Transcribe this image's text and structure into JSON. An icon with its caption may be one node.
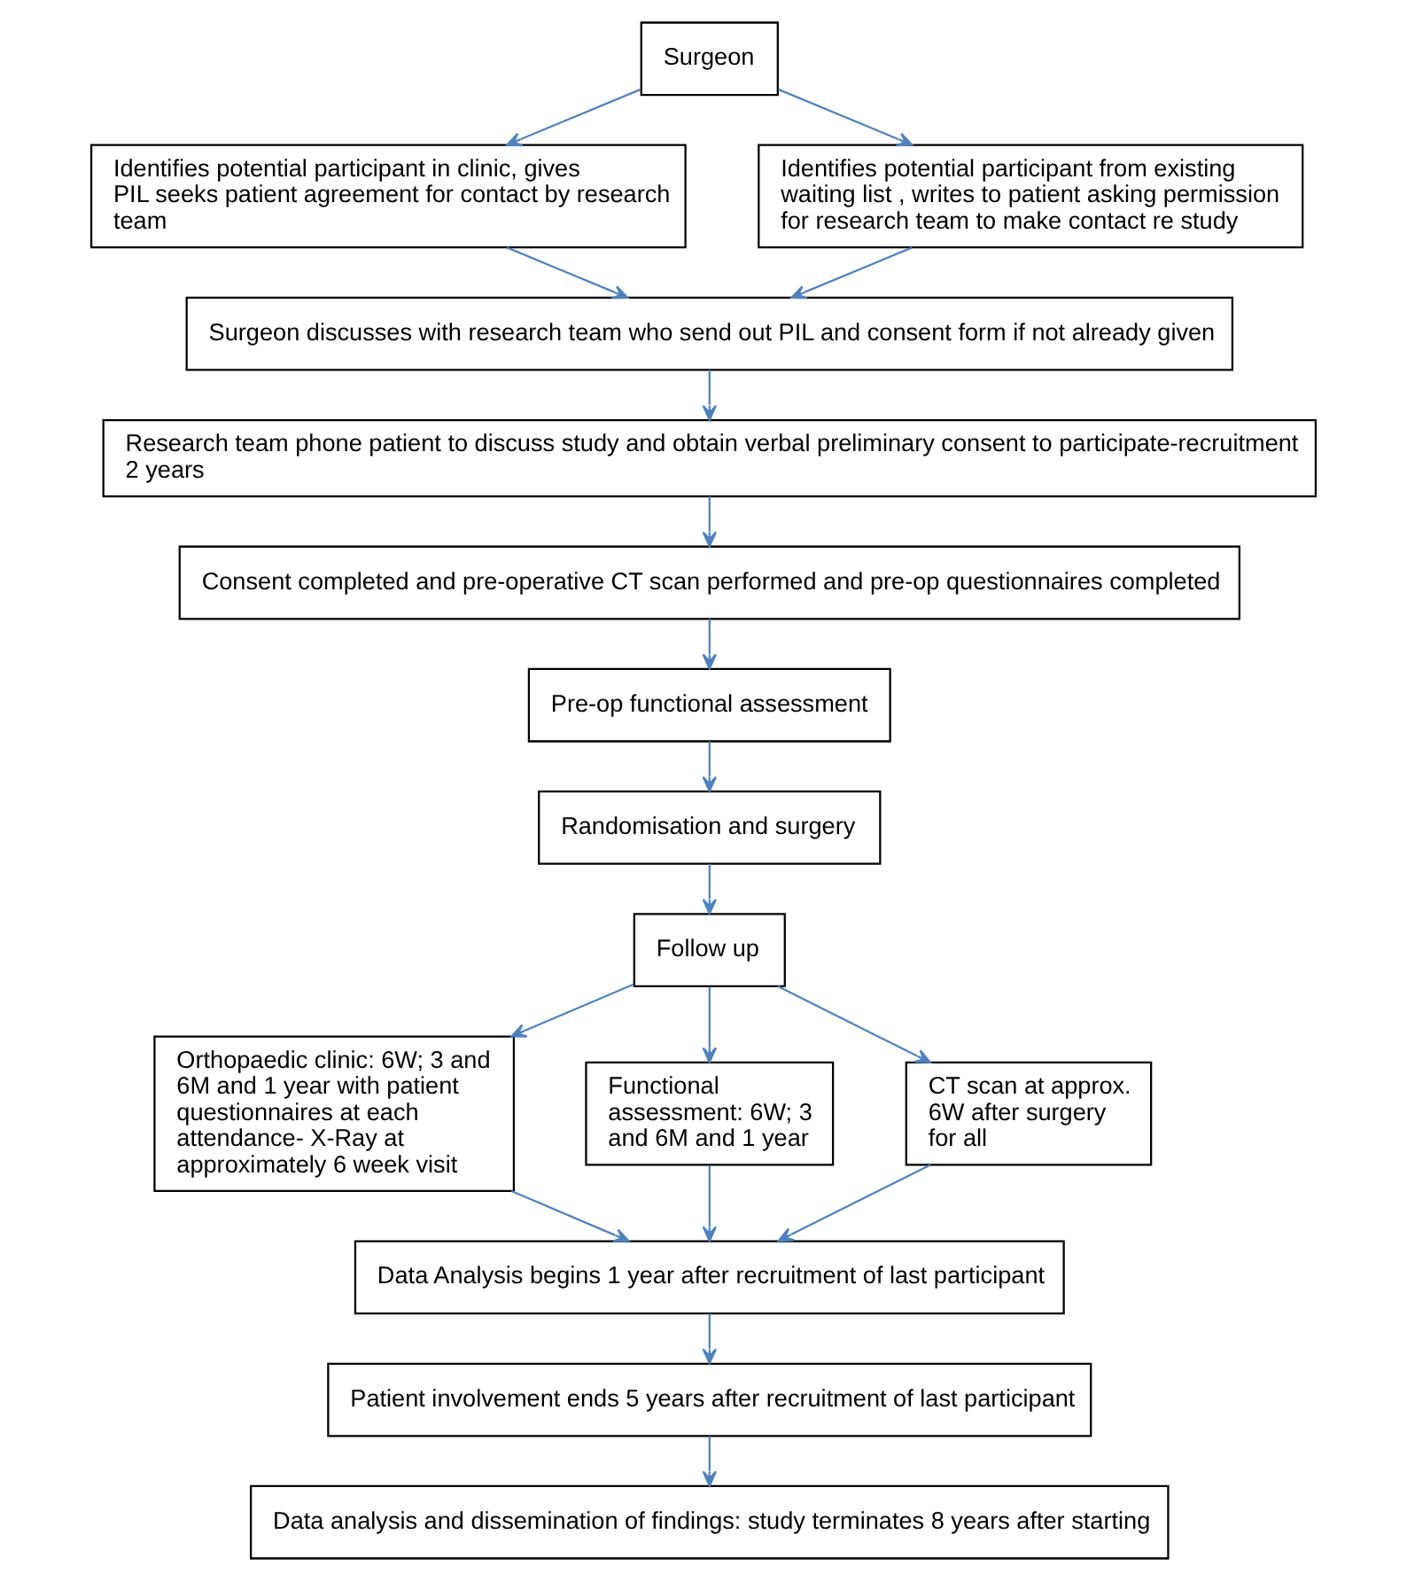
{
  "diagram": {
    "nodes": [
      {
        "text": [
          "Surgeon"
        ]
      },
      {
        "text": [
          "Identifies potential participant in clinic, gives PIL seeks patient agreement for contact by research team"
        ]
      },
      {
        "text": [
          "Identifies potential participant from existing waiting list , writes to patient asking permission for research team to make contact re study"
        ]
      },
      {
        "text": [
          "Surgeon discusses with research team who send out PIL and consent form if not already given"
        ]
      },
      {
        "text": [
          "Research team phone patient to discuss study and obtain verbal preliminary consent to participate-recruitment 2 years"
        ]
      },
      {
        "text": [
          "Consent completed and pre-operative CT scan performed and pre-op questionnaires completed"
        ]
      },
      {
        "text": [
          "Pre-op functional assessment"
        ]
      },
      {
        "text": [
          "Randomisation and surgery"
        ]
      },
      {
        "text": [
          "Follow up"
        ]
      },
      {
        "text": [
          "Orthopaedic clinic: 6W; 3 and 6M and 1 year with patient questionnaires at each attendance- X-Ray at approximately 6 week visit"
        ]
      },
      {
        "text": [
          "Functional assessment: 6W; 3 and 6M and 1 year"
        ]
      },
      {
        "text": [
          "CT scan at approx. 6W after surgery for all"
        ]
      },
      {
        "text": [
          "Data Analysis begins 1 year after recruitment of last participant"
        ]
      },
      {
        "text": [
          "Patient involvement ends 5 years after recruitment of last participant"
        ]
      },
      {
        "text": [
          "Data analysis and dissemination of findings: study terminates 8 years after starting"
        ]
      }
    ],
    "edges": [
      {
        "from": 0,
        "to": 1,
        "arrow": "to"
      },
      {
        "from": 0,
        "to": 2,
        "arrow": "to"
      },
      {
        "from": 1,
        "to": 3,
        "arrow": "to"
      },
      {
        "from": 2,
        "to": 3,
        "arrow": "to"
      },
      {
        "from": 3,
        "to": 4,
        "arrow": "to"
      },
      {
        "from": 4,
        "to": 5,
        "arrow": "to"
      },
      {
        "from": 5,
        "to": 6,
        "arrow": "to"
      },
      {
        "from": 6,
        "to": 7,
        "arrow": "to"
      },
      {
        "from": 7,
        "to": 8,
        "arrow": "to"
      },
      {
        "from": 8,
        "to": 9,
        "arrow": "to"
      },
      {
        "from": 8,
        "to": 10,
        "arrow": "to"
      },
      {
        "from": 8,
        "to": 11,
        "arrow": "to"
      },
      {
        "from": 9,
        "to": 12,
        "arrow": "to"
      },
      {
        "from": 10,
        "to": 12,
        "arrow": "to"
      },
      {
        "from": 11,
        "to": 12,
        "arrow": "to"
      },
      {
        "from": 12,
        "to": 13,
        "arrow": "to"
      },
      {
        "from": 13,
        "to": 14,
        "arrow": "to"
      }
    ]
  }
}
